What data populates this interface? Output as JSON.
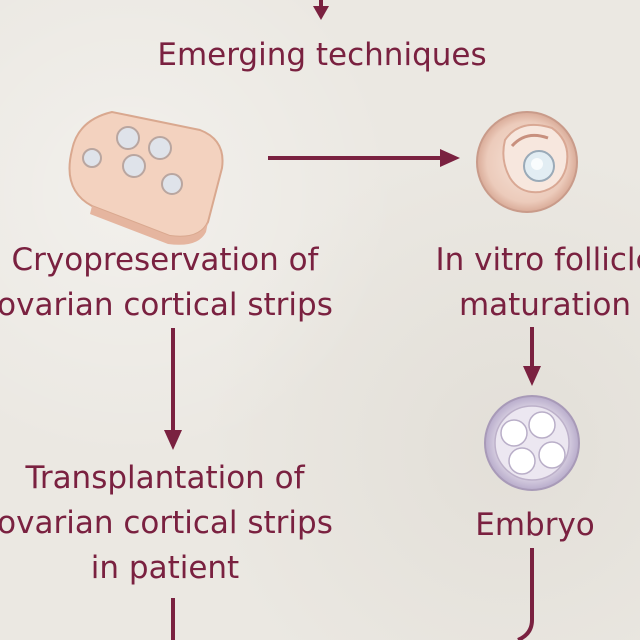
{
  "heading": "Emerging techniques",
  "steps": {
    "cryo": [
      "Cryopreservation of",
      "ovarian cortical strips"
    ],
    "ivf": [
      "In vitro follicle",
      "maturation"
    ],
    "transplant": [
      "Transplantation of",
      "ovarian cortical strips",
      "in patient"
    ],
    "embryo": [
      "Embryo"
    ]
  },
  "icons": {
    "tissue": "ovarian-tissue-strip-icon",
    "follicle": "follicle-icon",
    "embryo": "embryo-icon"
  },
  "colors": {
    "ink": "#7a2140",
    "background": "#ebe8e2",
    "tissue_fill": "#f3d2bf",
    "tissue_edge": "#d9a88f",
    "follicle_fill": "#efcfc0",
    "embryo_fill": "#ddd6e4"
  }
}
